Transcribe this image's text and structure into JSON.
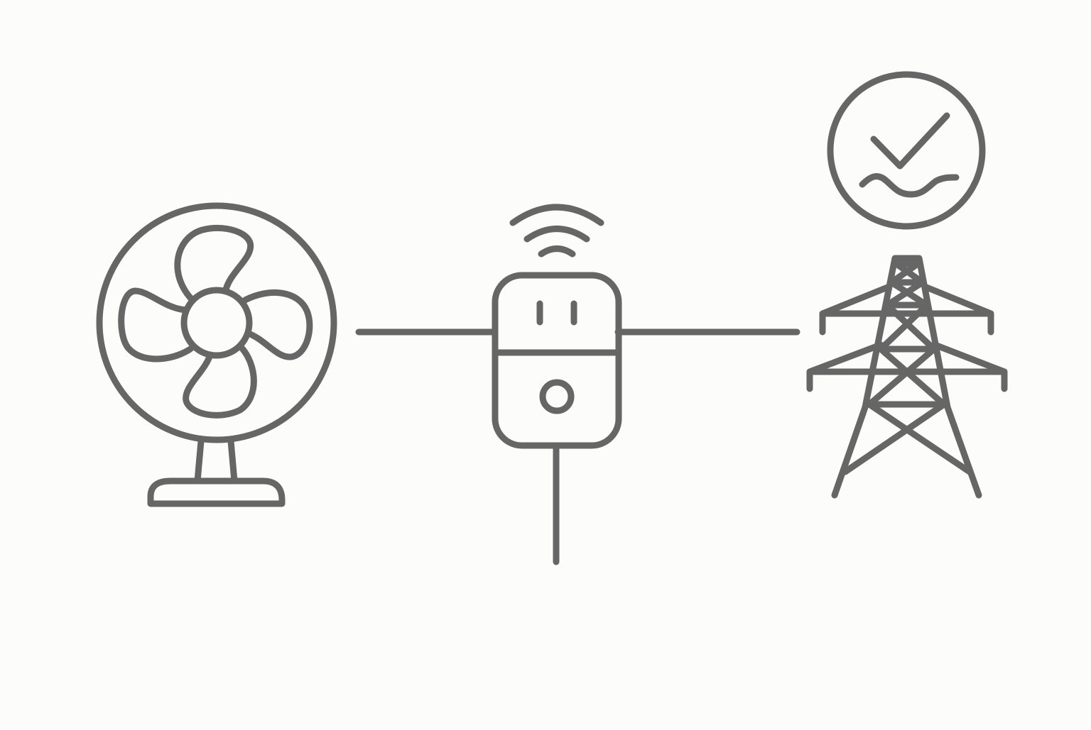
{
  "diagram": {
    "stroke_color": "#666666",
    "background_color": "#fcfcfa",
    "nodes": [
      {
        "id": "fan",
        "icon": "desk-fan-icon"
      },
      {
        "id": "plug",
        "icon": "smart-plug-icon",
        "signal": "wifi-signal-icon"
      },
      {
        "id": "grid",
        "icon": "power-tower-icon",
        "badge": "grid-ok-check-icon"
      }
    ],
    "connections": [
      {
        "from": "fan",
        "to": "plug"
      },
      {
        "from": "plug",
        "to": "grid"
      },
      {
        "from": "plug",
        "to": "ground-cable"
      }
    ]
  }
}
